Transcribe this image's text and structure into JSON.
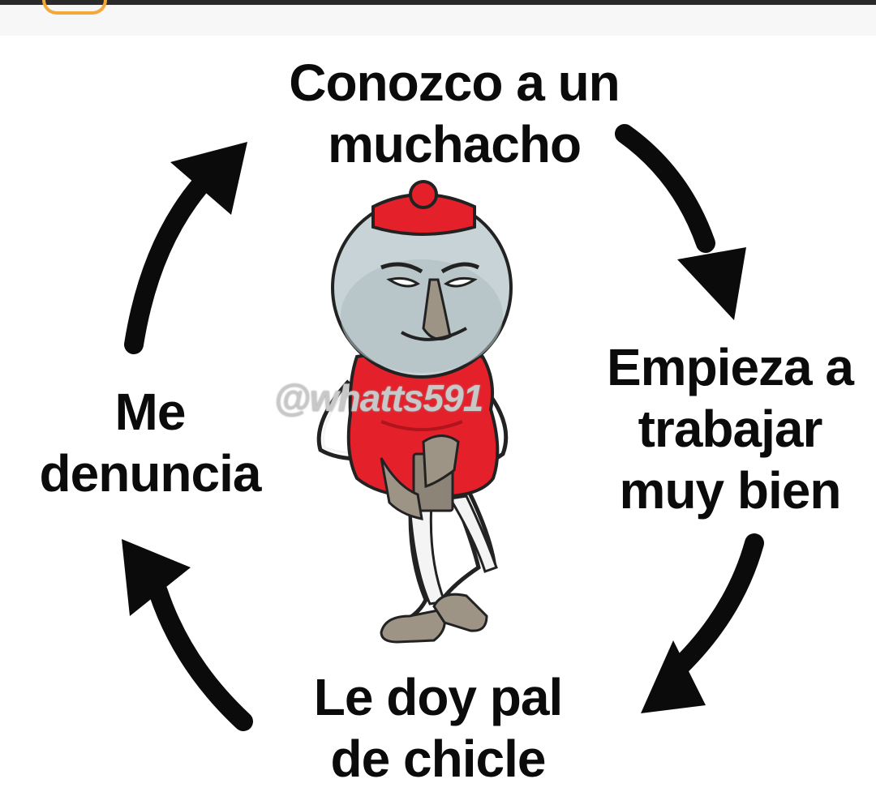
{
  "meme": {
    "cycle_steps": {
      "top": [
        "Conozco a un",
        "muchacho"
      ],
      "right": [
        "Empieza a",
        "trabajar",
        "muy bien"
      ],
      "bottom": [
        "Le doy pal",
        "de chicle"
      ],
      "left": [
        "Me",
        "denuncia"
      ]
    },
    "watermark": "@whatts591",
    "figure": "gumball-machine-man",
    "colors": {
      "arrow": "#0b0b0b",
      "gumball_red": "#e4212b",
      "globe": "#c7d3d6",
      "skin": "#9e9486"
    }
  }
}
